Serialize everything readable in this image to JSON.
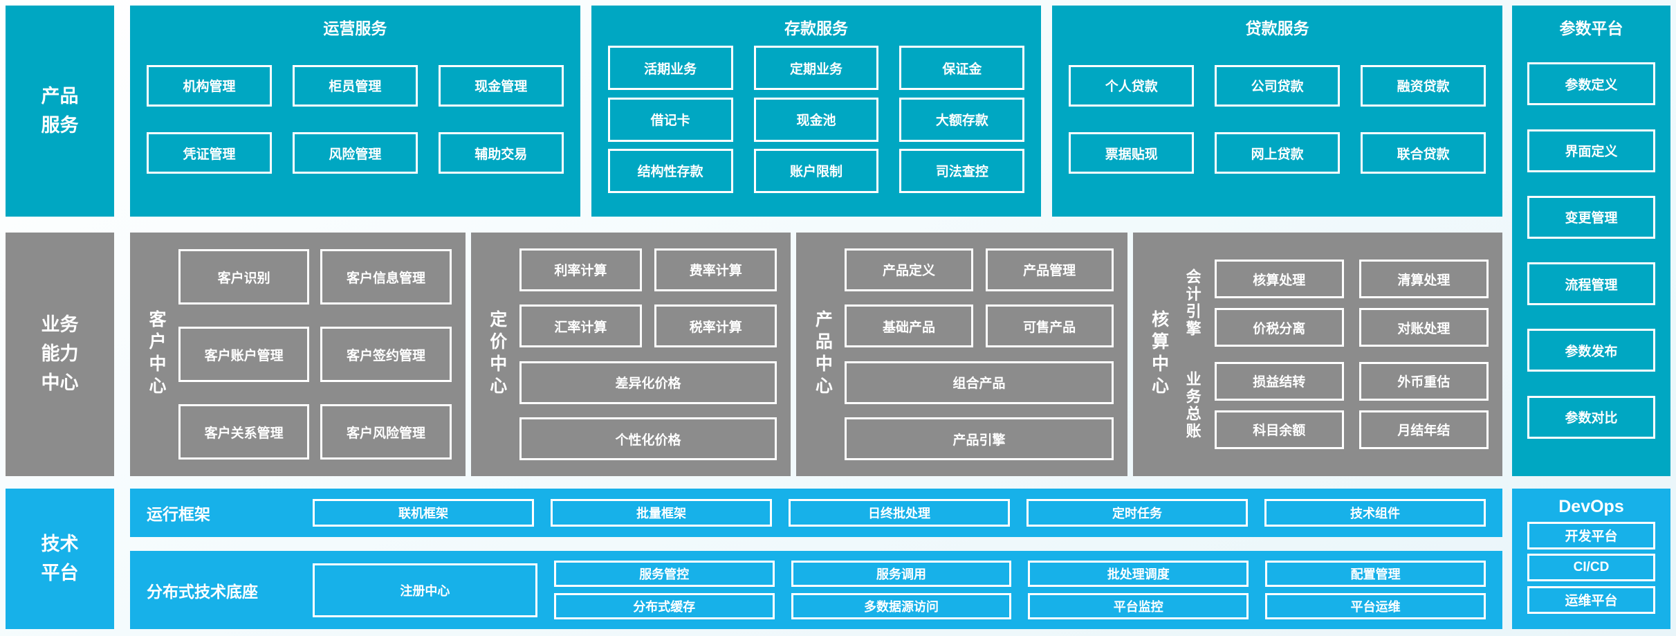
{
  "palette": {
    "teal": "#00a7c2",
    "gray": "#8c8c8c",
    "blue": "#17b1e9",
    "box_border": "#ffffff",
    "text": "#ffffff"
  },
  "left_labels": {
    "product_services": "产品\n服务",
    "business_capability": "业务\n能力\n中心",
    "tech_platform": "技术\n平台"
  },
  "top_sections": [
    {
      "id": "operations",
      "title": "运营服务",
      "rows": [
        [
          "机构管理",
          "柜员管理",
          "现金管理"
        ],
        [
          "凭证管理",
          "风险管理",
          "辅助交易"
        ]
      ]
    },
    {
      "id": "deposit",
      "title": "存款服务",
      "rows": [
        [
          "活期业务",
          "定期业务",
          "保证金"
        ],
        [
          "借记卡",
          "现金池",
          "大额存款"
        ],
        [
          "结构性存款",
          "账户限制",
          "司法查控"
        ]
      ]
    },
    {
      "id": "loan",
      "title": "贷款服务",
      "rows": [
        [
          "个人贷款",
          "公司贷款",
          "融资贷款"
        ],
        [
          "票据贴现",
          "网上贷款",
          "联合贷款"
        ]
      ]
    }
  ],
  "param_platform": {
    "title": "参数平台",
    "items": [
      "参数定义",
      "界面定义",
      "变更管理",
      "流程管理",
      "参数发布",
      "参数对比"
    ]
  },
  "middle_sections": [
    {
      "id": "customer",
      "label": "客户中心",
      "boxes": [
        "客户识别",
        "客户信息管理",
        "客户账户管理",
        "客户签约管理",
        "客户关系管理",
        "客户风险管理"
      ]
    },
    {
      "id": "pricing",
      "label": "定价中心",
      "small_boxes": [
        "利率计算",
        "费率计算",
        "汇率计算",
        "税率计算"
      ],
      "wide_boxes": [
        "差异化价格",
        "个性化价格"
      ]
    },
    {
      "id": "product",
      "label": "产品中心",
      "small_boxes": [
        "产品定义",
        "产品管理",
        "基础产品",
        "可售产品"
      ],
      "wide_boxes": [
        "组合产品",
        "产品引擎"
      ]
    },
    {
      "id": "accounting",
      "label": "核算中心",
      "groups": [
        {
          "label": "会计引擎",
          "boxes": [
            "核算处理",
            "清算处理",
            "价税分离",
            "对账处理"
          ]
        },
        {
          "label": "业务总账",
          "boxes": [
            "损益结转",
            "外币重估",
            "科目余额",
            "月结年结"
          ]
        }
      ]
    }
  ],
  "runtime_band": {
    "label": "运行框架",
    "items": [
      "联机框架",
      "批量框架",
      "日终批处理",
      "定时任务",
      "技术组件"
    ]
  },
  "distributed_band": {
    "label": "分布式技术底座",
    "tall_item": "注册中心",
    "rows": [
      [
        "服务管控",
        "服务调用",
        "批处理调度",
        "配置管理"
      ],
      [
        "分布式缓存",
        "多数据源访问",
        "平台监控",
        "平台运维"
      ]
    ]
  },
  "devops": {
    "title": "DevOps",
    "items": [
      "开发平台",
      "CI/CD",
      "运维平台"
    ]
  }
}
